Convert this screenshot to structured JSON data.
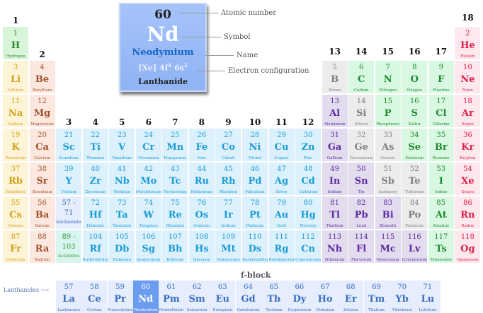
{
  "legend": {
    "number": "60",
    "symbol": "Nd",
    "name": "Neodymium",
    "config_base": "[Xe] 4f",
    "config_sup1": "4",
    "config_mid": " 6s",
    "config_sup2": "2",
    "category": "Lanthanide",
    "labels": {
      "number": "Atomic number",
      "symbol": "Symbol",
      "name": "Name",
      "config": "Electron configuration"
    }
  },
  "groups": [
    "1",
    "2",
    "3",
    "4",
    "5",
    "6",
    "7",
    "8",
    "9",
    "10",
    "11",
    "12",
    "13",
    "14",
    "15",
    "16",
    "17",
    "18"
  ],
  "fblock_label": "f-block",
  "lanthanides_label": "Lanthanides ⟶",
  "placeholders": [
    {
      "range1": "57 -",
      "range2": "71",
      "label": "lanthanides",
      "cat": "la"
    },
    {
      "range1": "89 -",
      "range2": "103",
      "label": "Actinides",
      "cat": "ac"
    }
  ],
  "colors": {
    "h": [
      "#d9f5d9",
      "#2e8b2e"
    ],
    "al": [
      "#fdf3d6",
      "#d4a017"
    ],
    "ae": [
      "#fde8e0",
      "#a0522d"
    ],
    "tm": [
      "#dcf1fc",
      "#1a9bd7"
    ],
    "pt": [
      "#e3dcee",
      "#5b2ca0"
    ],
    "md": [
      "#ececec",
      "#808080"
    ],
    "nm": [
      "#d9f8e2",
      "#1e8b2e"
    ],
    "ng": [
      "#fde8ee",
      "#e0204a"
    ],
    "la": [
      "#e6edfd",
      "#3a6fc0"
    ],
    "ac": [
      "#d9f5ef",
      "#3a9a3a"
    ],
    "sel": [
      "#6a9cf0",
      "#ffffff"
    ]
  },
  "elements": [
    [
      "1",
      "H",
      "Hydrogen",
      "h",
      1,
      1
    ],
    [
      "2",
      "He",
      "Helium",
      "ng",
      18,
      1
    ],
    [
      "3",
      "Li",
      "Lithium",
      "al",
      1,
      2
    ],
    [
      "4",
      "Be",
      "Beryllium",
      "ae",
      2,
      2
    ],
    [
      "5",
      "B",
      "Boron",
      "md",
      13,
      2
    ],
    [
      "6",
      "C",
      "Carbon",
      "nm",
      14,
      2
    ],
    [
      "7",
      "N",
      "Nitrogen",
      "nm",
      15,
      2
    ],
    [
      "8",
      "O",
      "Oxygen",
      "nm",
      16,
      2
    ],
    [
      "9",
      "F",
      "Fluorine",
      "nm",
      17,
      2
    ],
    [
      "10",
      "Ne",
      "Neon",
      "ng",
      18,
      2
    ],
    [
      "11",
      "Na",
      "Sodium",
      "al",
      1,
      3
    ],
    [
      "12",
      "Mg",
      "Magnesium",
      "ae",
      2,
      3
    ],
    [
      "13",
      "Al",
      "Aluminium",
      "pt",
      13,
      3
    ],
    [
      "14",
      "Si",
      "Silicon",
      "md",
      14,
      3
    ],
    [
      "15",
      "P",
      "Phosphorus",
      "nm",
      15,
      3
    ],
    [
      "16",
      "S",
      "Sulfur",
      "nm",
      16,
      3
    ],
    [
      "17",
      "Cl",
      "Chlorine",
      "nm",
      17,
      3
    ],
    [
      "18",
      "Ar",
      "Argon",
      "ng",
      18,
      3
    ],
    [
      "19",
      "K",
      "Potassium",
      "al",
      1,
      4
    ],
    [
      "20",
      "Ca",
      "Calcium",
      "ae",
      2,
      4
    ],
    [
      "21",
      "Sc",
      "Scandium",
      "tm",
      3,
      4
    ],
    [
      "22",
      "Ti",
      "Titanium",
      "tm",
      4,
      4
    ],
    [
      "23",
      "V",
      "Vanadium",
      "tm",
      5,
      4
    ],
    [
      "24",
      "Cr",
      "Chromium",
      "tm",
      6,
      4
    ],
    [
      "25",
      "Mn",
      "Manganese",
      "tm",
      7,
      4
    ],
    [
      "26",
      "Fe",
      "Iron",
      "tm",
      8,
      4
    ],
    [
      "27",
      "Co",
      "Cobalt",
      "tm",
      9,
      4
    ],
    [
      "28",
      "Ni",
      "Nickel",
      "tm",
      10,
      4
    ],
    [
      "29",
      "Cu",
      "Copper",
      "tm",
      11,
      4
    ],
    [
      "30",
      "Zn",
      "Zinc",
      "tm",
      12,
      4
    ],
    [
      "31",
      "Ga",
      "Gallium",
      "pt",
      13,
      4
    ],
    [
      "32",
      "Ge",
      "Germanium",
      "md",
      14,
      4
    ],
    [
      "33",
      "As",
      "Arsenic",
      "md",
      15,
      4
    ],
    [
      "34",
      "Se",
      "Selenium",
      "nm",
      16,
      4
    ],
    [
      "35",
      "Br",
      "Bromine",
      "nm",
      17,
      4
    ],
    [
      "36",
      "Kr",
      "Krypton",
      "ng",
      18,
      4
    ],
    [
      "37",
      "Rb",
      "Rubidium",
      "al",
      1,
      5
    ],
    [
      "38",
      "Sr",
      "Strontium",
      "ae",
      2,
      5
    ],
    [
      "39",
      "Y",
      "Yttrium",
      "tm",
      3,
      5
    ],
    [
      "40",
      "Zr",
      "Zirconium",
      "tm",
      4,
      5
    ],
    [
      "41",
      "Nb",
      "Niobium",
      "tm",
      5,
      5
    ],
    [
      "42",
      "Mo",
      "Molybdenum",
      "tm",
      6,
      5
    ],
    [
      "43",
      "Tc",
      "Technetium",
      "tm",
      7,
      5
    ],
    [
      "44",
      "Ru",
      "Ruthenium",
      "tm",
      8,
      5
    ],
    [
      "45",
      "Rh",
      "Rhodium",
      "tm",
      9,
      5
    ],
    [
      "46",
      "Pd",
      "Palladium",
      "tm",
      10,
      5
    ],
    [
      "47",
      "Ag",
      "Silver",
      "tm",
      11,
      5
    ],
    [
      "48",
      "Cd",
      "Cadmium",
      "tm",
      12,
      5
    ],
    [
      "49",
      "In",
      "Indium",
      "pt",
      13,
      5
    ],
    [
      "50",
      "Sn",
      "Tin",
      "pt",
      14,
      5
    ],
    [
      "51",
      "Sb",
      "Antimony",
      "md",
      15,
      5
    ],
    [
      "52",
      "Te",
      "Tellurium",
      "md",
      16,
      5
    ],
    [
      "53",
      "I",
      "Iodine",
      "nm",
      17,
      5
    ],
    [
      "54",
      "Xe",
      "Xenon",
      "ng",
      18,
      5
    ],
    [
      "55",
      "Cs",
      "Cesium",
      "al",
      1,
      6
    ],
    [
      "56",
      "Ba",
      "Barium",
      "ae",
      2,
      6
    ],
    [
      "72",
      "Hf",
      "Hafnium",
      "tm",
      4,
      6
    ],
    [
      "73",
      "Ta",
      "Tantalum",
      "tm",
      5,
      6
    ],
    [
      "74",
      "W",
      "Tungsten",
      "tm",
      6,
      6
    ],
    [
      "75",
      "Re",
      "Rhenium",
      "tm",
      7,
      6
    ],
    [
      "76",
      "Os",
      "Osmium",
      "tm",
      8,
      6
    ],
    [
      "77",
      "Ir",
      "Iridium",
      "tm",
      9,
      6
    ],
    [
      "78",
      "Pt",
      "Platinum",
      "tm",
      10,
      6
    ],
    [
      "79",
      "Au",
      "Gold",
      "tm",
      11,
      6
    ],
    [
      "80",
      "Hg",
      "Mercury",
      "tm",
      12,
      6
    ],
    [
      "81",
      "Tl",
      "Thallium",
      "pt",
      13,
      6
    ],
    [
      "82",
      "Pb",
      "Lead",
      "pt",
      14,
      6
    ],
    [
      "83",
      "Bi",
      "Bismuth",
      "pt",
      15,
      6
    ],
    [
      "84",
      "Po",
      "Polonium",
      "md",
      16,
      6
    ],
    [
      "85",
      "At",
      "Astatine",
      "nm",
      17,
      6
    ],
    [
      "86",
      "Rn",
      "Radon",
      "ng",
      18,
      6
    ],
    [
      "87",
      "Fr",
      "Francium",
      "al",
      1,
      7
    ],
    [
      "88",
      "Ra",
      "Radium",
      "ae",
      2,
      7
    ],
    [
      "104",
      "Rf",
      "Rutherfordium",
      "tm",
      4,
      7
    ],
    [
      "105",
      "Db",
      "Dubnium",
      "tm",
      5,
      7
    ],
    [
      "106",
      "Sg",
      "Seaborgium",
      "tm",
      6,
      7
    ],
    [
      "107",
      "Bh",
      "Bohrium",
      "tm",
      7,
      7
    ],
    [
      "108",
      "Hs",
      "Hassium",
      "tm",
      8,
      7
    ],
    [
      "109",
      "Mt",
      "Meitnerium",
      "tm",
      9,
      7
    ],
    [
      "110",
      "Ds",
      "Darmstadtium",
      "tm",
      10,
      7
    ],
    [
      "111",
      "Rg",
      "Roentgenium",
      "tm",
      11,
      7
    ],
    [
      "112",
      "Cn",
      "Copernicium",
      "tm",
      12,
      7
    ],
    [
      "113",
      "Nh",
      "Nihonium",
      "pt",
      13,
      7
    ],
    [
      "114",
      "Fl",
      "Flerovium",
      "pt",
      14,
      7
    ],
    [
      "115",
      "Mc",
      "Moscovium",
      "pt",
      15,
      7
    ],
    [
      "116",
      "Lv",
      "Livermorium",
      "pt",
      16,
      7
    ],
    [
      "117",
      "Ts",
      "Tennessine",
      "nm",
      17,
      7
    ],
    [
      "118",
      "Og",
      "Oganesson",
      "ng",
      18,
      7
    ]
  ],
  "lanthanides": [
    [
      "57",
      "La",
      "Lanthanum"
    ],
    [
      "58",
      "Ce",
      "Cerium"
    ],
    [
      "59",
      "Pr",
      "Praseodymium"
    ],
    [
      "60",
      "Nd",
      "Neodymium"
    ],
    [
      "61",
      "Pm",
      "Promethium"
    ],
    [
      "62",
      "Sm",
      "Samarium"
    ],
    [
      "63",
      "Eu",
      "Europium"
    ],
    [
      "64",
      "Gd",
      "Gadolinium"
    ],
    [
      "65",
      "Tb",
      "Terbium"
    ],
    [
      "66",
      "Dy",
      "Dysprosium"
    ],
    [
      "67",
      "Ho",
      "Holmium"
    ],
    [
      "68",
      "Er",
      "Erbium"
    ],
    [
      "69",
      "Tm",
      "Thulium"
    ],
    [
      "70",
      "Yb",
      "Ytterbium"
    ],
    [
      "71",
      "Lu",
      "Lutetium"
    ]
  ],
  "selected": "60"
}
